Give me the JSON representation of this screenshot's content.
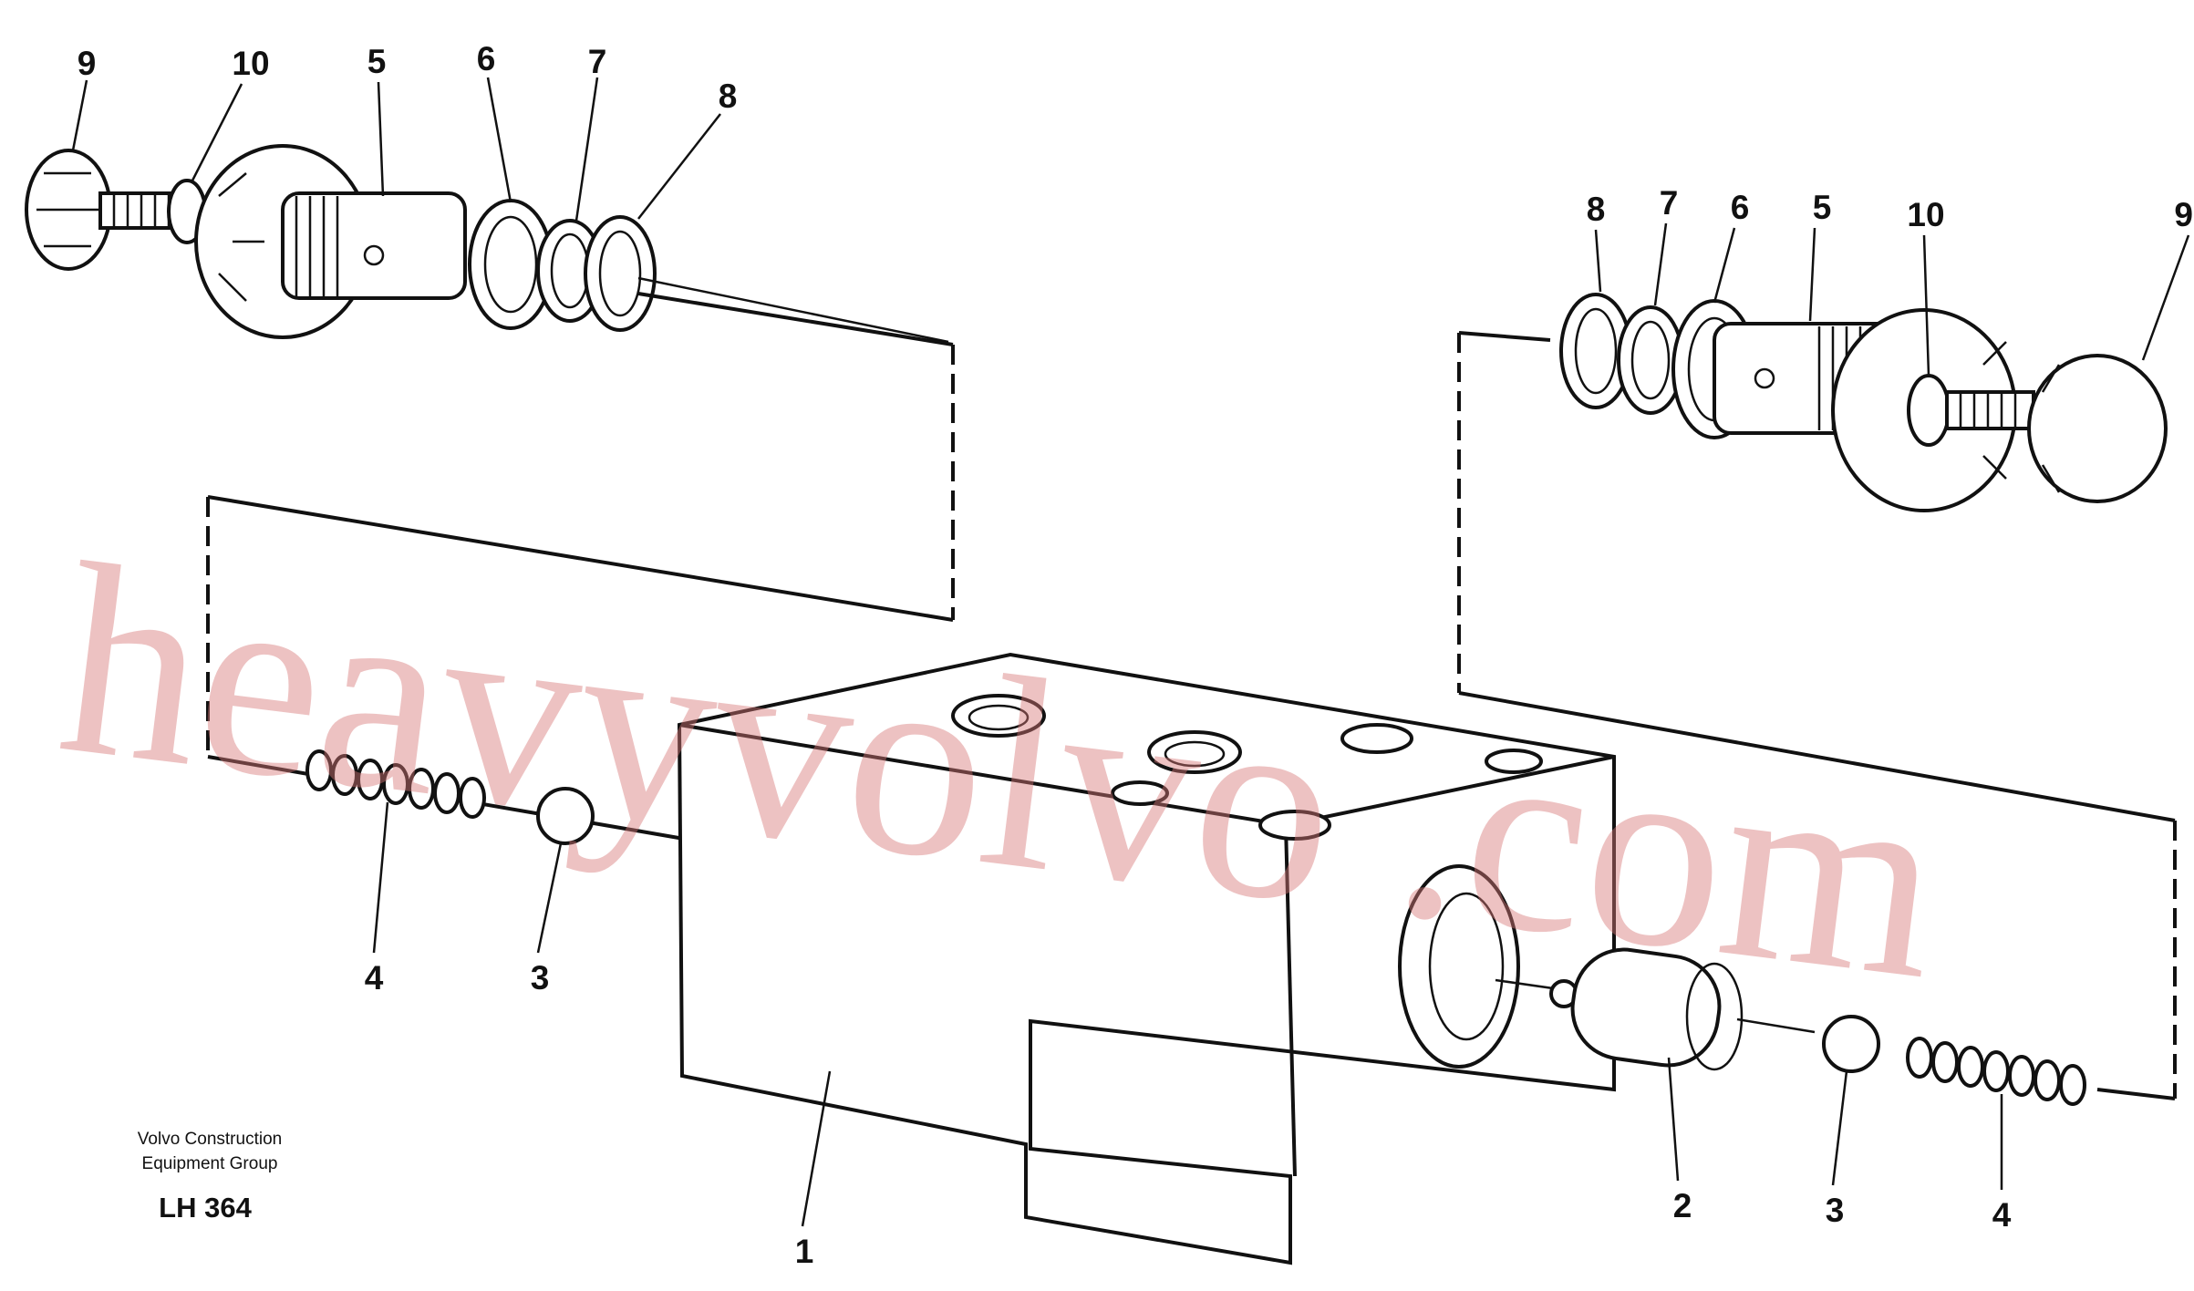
{
  "callouts": {
    "l9": "9",
    "l10": "10",
    "l5": "5",
    "l6": "6",
    "l7": "7",
    "l8": "8",
    "r8": "8",
    "r7": "7",
    "r6": "6",
    "r5": "5",
    "r10": "10",
    "r9": "9",
    "l4": "4",
    "l3": "3",
    "p1": "1",
    "p2": "2",
    "r3": "3",
    "r4": "4"
  },
  "credit": {
    "line1": "Volvo Construction",
    "line2": "Equipment Group",
    "code": "LH 364"
  },
  "watermark": "heavyvolvo .com",
  "colors": {
    "ink": "#111111",
    "watermark": "#d67878",
    "background": "#ffffff"
  }
}
